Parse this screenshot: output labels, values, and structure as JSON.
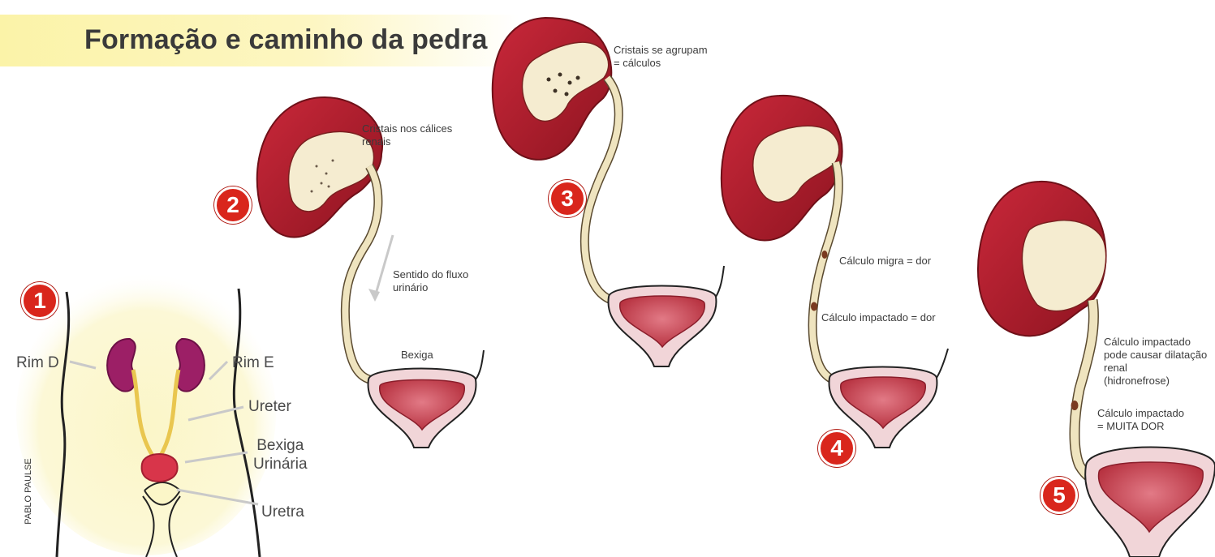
{
  "title": "Formação e caminho da pedra",
  "credit": "PABLO PAULSE",
  "steps": [
    "1",
    "2",
    "3",
    "4",
    "5"
  ],
  "body_labels": {
    "rim_d": "Rim D",
    "rim_e": "Rim E",
    "ureter": "Ureter",
    "bexiga_urinaria": "Bexiga\nUrinária",
    "uretra": "Uretra"
  },
  "annotations": {
    "cristais_calices": "Cristais nos cálices\nrenais",
    "sentido_fluxo": "Sentido do fluxo\nurinário",
    "bexiga": "Bexiga",
    "cristais_agrupam": "Cristais se agrupam\n= cálculos",
    "calculo_migra": "Cálculo migra = dor",
    "calculo_impactado_dor": "Cálculo impactado = dor",
    "calculo_dilatacao": "Cálculo impactado\npode causar dilatação\nrenal\n(hidronefrose)",
    "calculo_muita_dor": "Cálculo impactado\n= MUITA DOR"
  },
  "colors": {
    "badge": "#d9261c",
    "kidney_outer": "#b51f2a",
    "kidney_inner": "#8e1420",
    "pelvis": "#f5ecd0",
    "ureter": "#efe4bf",
    "bladder": "#c23b48",
    "title_band": "#fbf3a8",
    "body_glow": "#fbf6c8",
    "small_kidney": "#9c1f66",
    "stone": "#7a3a20"
  }
}
